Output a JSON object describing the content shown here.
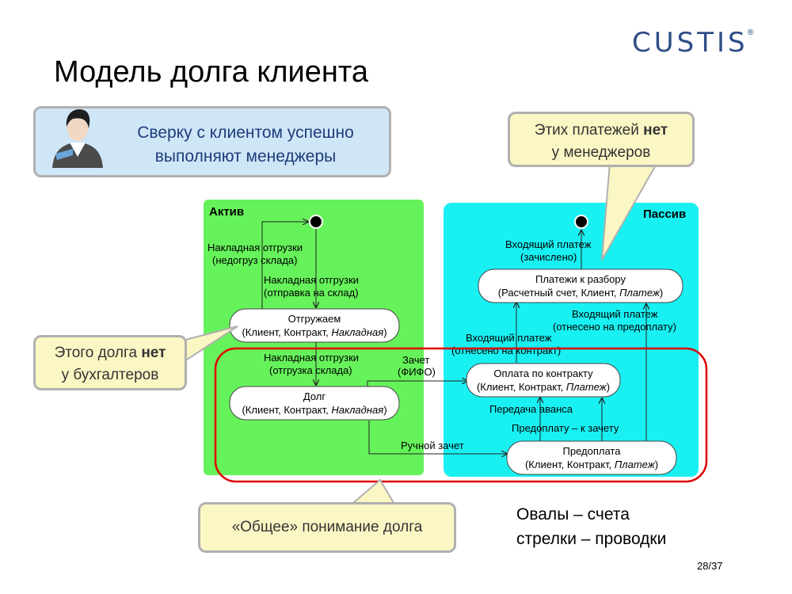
{
  "logo": {
    "text": "CUSTIS",
    "mark": "®"
  },
  "title": "Модель долга клиента",
  "callouts": {
    "managers": {
      "line1": "Сверку с клиентом успешно",
      "line2": "выполняют менеджеры"
    },
    "no_payments": {
      "line1_pre": "Этих платежей ",
      "line1_bold": "нет",
      "line2": "у менеджеров"
    },
    "no_debt": {
      "line1_pre": "Этого долга ",
      "line1_bold": "нет",
      "line2": "у бухгалтеров"
    },
    "common": "«Общее» понимание долга"
  },
  "legend": {
    "line1": "Овалы – счета",
    "line2": "стрелки – проводки"
  },
  "page": "28/37",
  "diagram": {
    "active_title": "Актив",
    "passive_title": "Пассив",
    "states": {
      "otgruzhaem": {
        "line1": "Отгружаем",
        "line2_pre": "(Клиент, Контракт, ",
        "line2_it": "Накладная",
        "line2_post": ")"
      },
      "dolg": {
        "line1": "Долг",
        "line2_pre": "(Клиент, Контракт, ",
        "line2_it": "Накладная",
        "line2_post": ")"
      },
      "platezhi": {
        "line1": "Платежи к разбору",
        "line2_pre": "(Расчетный счет, Клиент, ",
        "line2_it": "Платеж",
        "line2_post": ")"
      },
      "oplata": {
        "line1": "Оплата по контракту",
        "line2_pre": "(Клиент, Контракт, ",
        "line2_it": "Платеж",
        "line2_post": ")"
      },
      "predoplata": {
        "line1": "Предоплата",
        "line2_pre": "(Клиент, Контракт, ",
        "line2_it": "Платеж",
        "line2_post": ")"
      }
    },
    "transitions": {
      "t1": {
        "line1": "Накладная отгрузки",
        "line2": "(недогруз склада)"
      },
      "t2": {
        "line1": "Накладная отгрузки",
        "line2": "(отправка на склад)"
      },
      "t3": {
        "line1": "Накладная отгрузки",
        "line2": "(отгрузка склада)"
      },
      "t4": {
        "line1": "Зачет",
        "line2": "(ФИФО)"
      },
      "t5": "Ручной зачет",
      "t6": {
        "line1": "Входящий платеж",
        "line2": "(зачислено)"
      },
      "t7": {
        "line1": "Входящий платеж",
        "line2": "(отнесено на предоплату)"
      },
      "t8": {
        "line1": "Входящий платеж",
        "line2": "(отнесено на контракт)"
      },
      "t9": "Передача аванса",
      "t10": "Предоплату – к зачету"
    }
  },
  "colors": {
    "active": "#66f25a",
    "passive": "#19f0f2",
    "highlight": "#e00000",
    "blue_callout": "#cfe6f7",
    "yellow_callout": "#fbf7c4",
    "logo": "#2e4d86"
  }
}
